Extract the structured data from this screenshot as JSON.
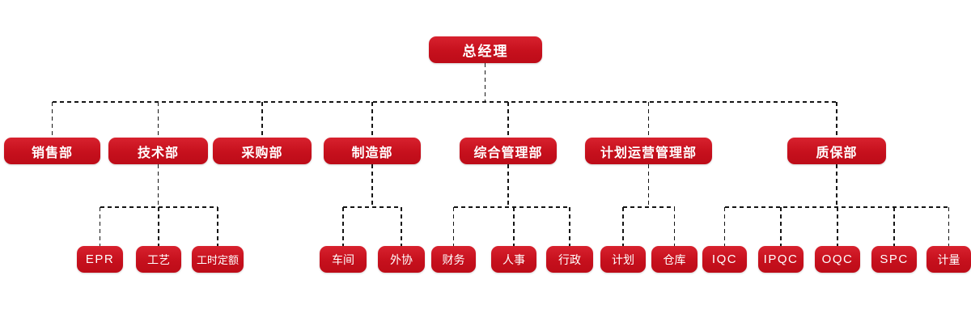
{
  "colors": {
    "node_fill": "#c6101d",
    "node_fill_highlight": "#d8222e",
    "node_text": "#ffffff",
    "connector": "#151515",
    "background": "#ffffff"
  },
  "org": {
    "root": {
      "label": "总经理"
    },
    "departments": [
      {
        "label": "销售部",
        "children": []
      },
      {
        "label": "技术部",
        "children": [
          "EPR",
          "工艺",
          "工时定额"
        ]
      },
      {
        "label": "采购部",
        "children": []
      },
      {
        "label": "制造部",
        "children": [
          "车间",
          "外协"
        ]
      },
      {
        "label": "综合管理部",
        "children": [
          "财务",
          "人事",
          "行政"
        ]
      },
      {
        "label": "计划运营管理部",
        "children": [
          "计划",
          "仓库"
        ]
      },
      {
        "label": "质保部",
        "children": [
          "IQC",
          "IPQC",
          "OQC",
          "SPC",
          "计量"
        ]
      }
    ]
  }
}
